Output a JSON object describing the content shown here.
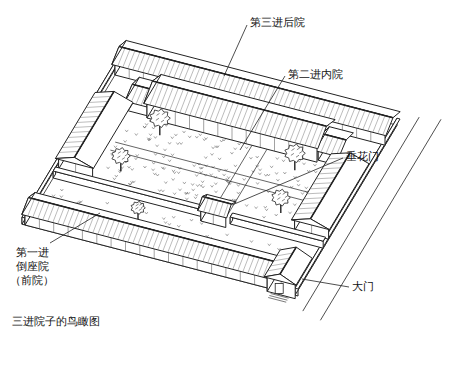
{
  "diagram": {
    "caption": "三进院子的鸟瞰图",
    "labels": [
      "第三进后院",
      "第二进内院",
      "垂花门",
      "第一进 倒座院 （前院）",
      "大门"
    ]
  }
}
